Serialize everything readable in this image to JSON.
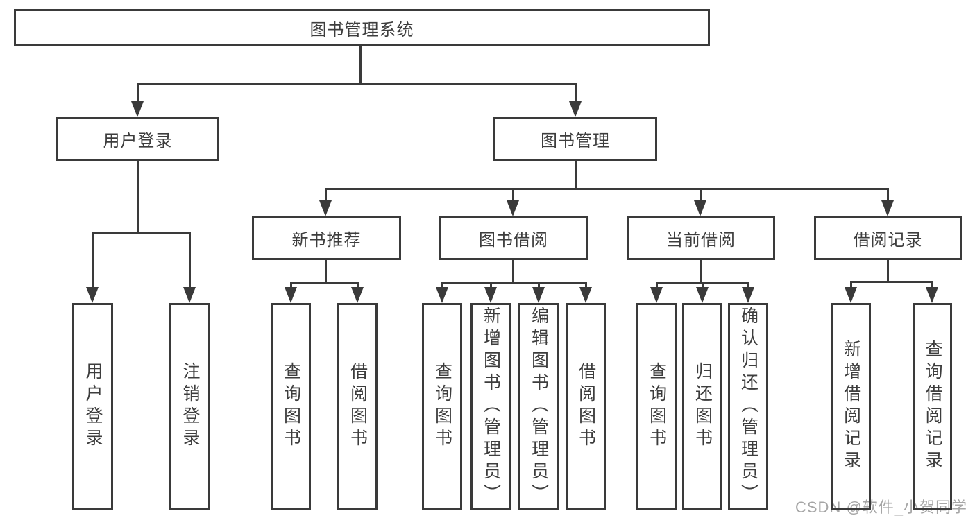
{
  "watermark": {
    "text": "CSDN @软件_小贺同学",
    "color": "#a6a6a6"
  },
  "diagram": {
    "type": "hierarchy-tree",
    "colors": {
      "line": "#3a3a3a",
      "text": "#3d3d3d",
      "background": "#ffffff"
    },
    "root": {
      "label": "图书管理系统"
    },
    "level2": [
      {
        "label": "用户登录"
      },
      {
        "label": "图书管理"
      }
    ],
    "level3": [
      {
        "label": "新书推荐",
        "parent": "图书管理"
      },
      {
        "label": "图书借阅",
        "parent": "图书管理"
      },
      {
        "label": "当前借阅",
        "parent": "图书管理"
      },
      {
        "label": "借阅记录",
        "parent": "图书管理"
      }
    ],
    "leaves": [
      {
        "label": "用户登录",
        "parent": "用户登录"
      },
      {
        "label": "注销登录",
        "parent": "用户登录"
      },
      {
        "label": "查询图书",
        "parent": "新书推荐"
      },
      {
        "label": "借阅图书",
        "parent": "新书推荐"
      },
      {
        "label": "查询图书",
        "parent": "图书借阅"
      },
      {
        "label": "新增图书（管理员）",
        "parent": "图书借阅"
      },
      {
        "label": "编辑图书（管理员）",
        "parent": "图书借阅"
      },
      {
        "label": "借阅图书",
        "parent": "图书借阅"
      },
      {
        "label": "查询图书",
        "parent": "当前借阅"
      },
      {
        "label": "归还图书",
        "parent": "当前借阅"
      },
      {
        "label": "确认归还（管理员）",
        "parent": "当前借阅"
      },
      {
        "label": "新增借阅记录",
        "parent": "借阅记录"
      },
      {
        "label": "查询借阅记录",
        "parent": "借阅记录"
      }
    ]
  }
}
